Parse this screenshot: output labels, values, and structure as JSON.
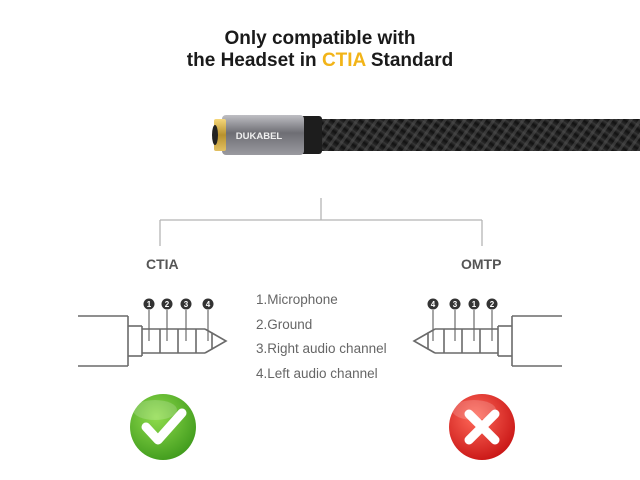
{
  "title": {
    "line1": "Only compatible with",
    "line2_prefix": "the Headset in ",
    "line2_highlight": "CTIA",
    "line2_suffix": " Standard"
  },
  "cable": {
    "brand": "DUKABEL"
  },
  "standards": {
    "left": {
      "label": "CTIA",
      "pin_order": [
        "1",
        "2",
        "3",
        "4"
      ],
      "status": "compatible"
    },
    "right": {
      "label": "OMTP",
      "pin_order": [
        "4",
        "3",
        "1",
        "2"
      ],
      "status": "not-compatible"
    }
  },
  "legend": [
    "1.Microphone",
    "2.Ground",
    "3.Right audio channel",
    "4.Left audio channel"
  ],
  "colors": {
    "accent": "#f2b418",
    "check": "#5cb82e",
    "cross": "#e02b2b"
  }
}
